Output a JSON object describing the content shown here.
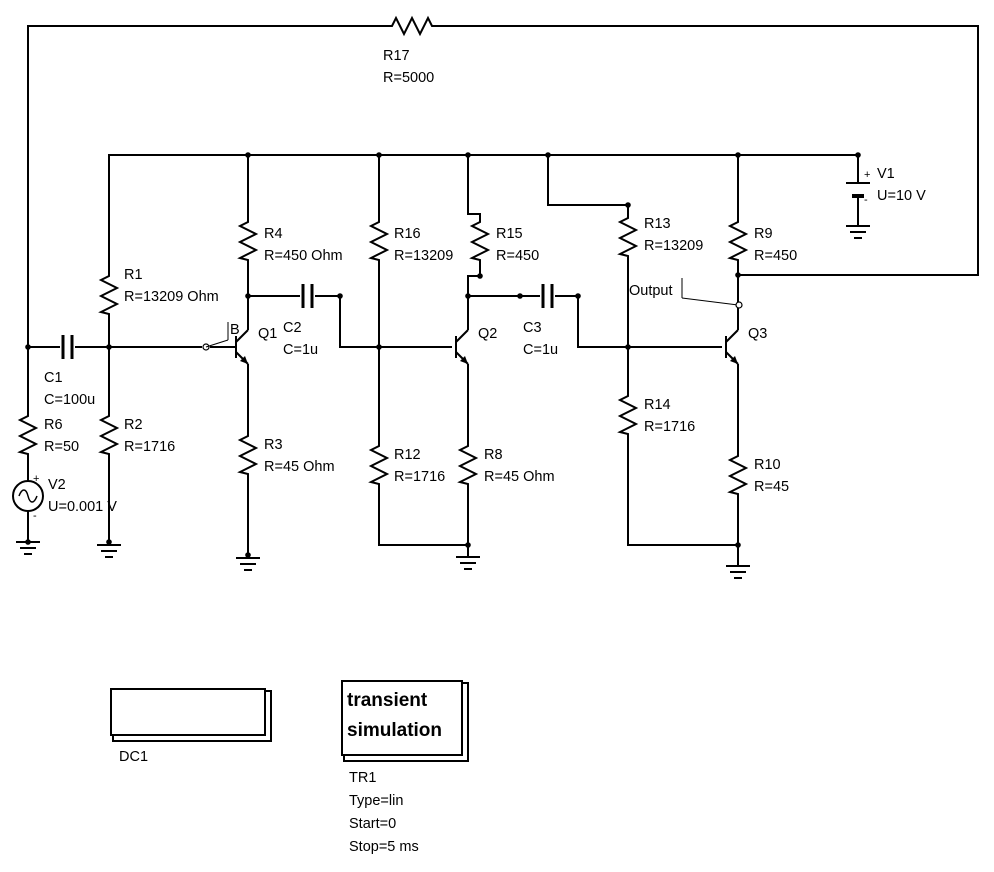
{
  "components": {
    "R17": {
      "name": "R17",
      "value": "R=5000"
    },
    "R1": {
      "name": "R1",
      "value": "R=13209 Ohm"
    },
    "R2": {
      "name": "R2",
      "value": "R=1716"
    },
    "R3": {
      "name": "R3",
      "value": "R=45 Ohm"
    },
    "R4": {
      "name": "R4",
      "value": "R=450 Ohm"
    },
    "R6": {
      "name": "R6",
      "value": "R=50"
    },
    "R8": {
      "name": "R8",
      "value": "R=45 Ohm"
    },
    "R9": {
      "name": "R9",
      "value": "R=450"
    },
    "R10": {
      "name": "R10",
      "value": "R=45"
    },
    "R12": {
      "name": "R12",
      "value": "R=1716"
    },
    "R13": {
      "name": "R13",
      "value": "R=13209"
    },
    "R14": {
      "name": "R14",
      "value": "R=1716"
    },
    "R15": {
      "name": "R15",
      "value": "R=450"
    },
    "R16": {
      "name": "R16",
      "value": "R=13209"
    },
    "C1": {
      "name": "C1",
      "value": "C=100u"
    },
    "C2": {
      "name": "C2",
      "value": "C=1u"
    },
    "C3": {
      "name": "C3",
      "value": "C=1u"
    },
    "Q1": {
      "name": "Q1"
    },
    "Q2": {
      "name": "Q2"
    },
    "Q3": {
      "name": "Q3"
    },
    "V1": {
      "name": "V1",
      "value": "U=10 V",
      "plus": "+",
      "minus": "-"
    },
    "V2": {
      "name": "V2",
      "value": "U=0.001 V",
      "plus": "+",
      "minus": "-"
    }
  },
  "probes": {
    "B": "B",
    "output": "Output"
  },
  "simulations": {
    "dc": {
      "name": "DC1"
    },
    "transient": {
      "title_line1": "transient",
      "title_line2": "simulation",
      "name": "TR1",
      "type": "Type=lin",
      "start": "Start=0",
      "stop": "Stop=5 ms"
    }
  }
}
